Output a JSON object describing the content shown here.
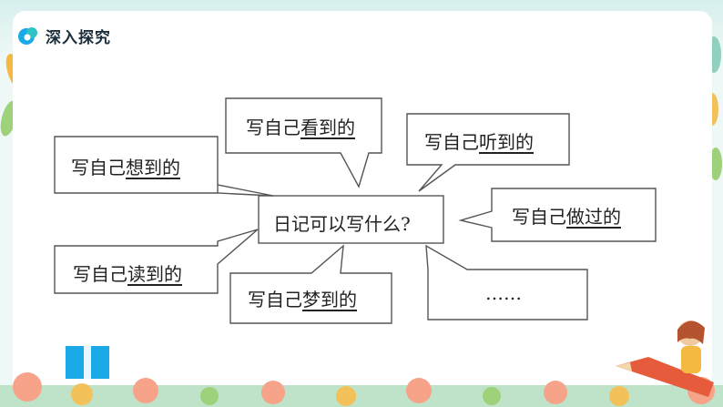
{
  "header": {
    "title": "深入探究"
  },
  "diagram": {
    "center": {
      "text": "日记可以写什么?"
    },
    "nodes": [
      {
        "prefix": "写自己",
        "keyword": "看到",
        "suffix": "的"
      },
      {
        "prefix": "写自己",
        "keyword": "想到",
        "suffix": "的"
      },
      {
        "prefix": "写自己",
        "keyword": "听到",
        "suffix": "的"
      },
      {
        "prefix": "写自己",
        "keyword": "做过",
        "suffix": "的"
      },
      {
        "prefix": "写自己",
        "keyword": "读到",
        "suffix": "的"
      },
      {
        "prefix": "写自己",
        "keyword": "梦到",
        "suffix": "的"
      },
      {
        "prefix": "",
        "keyword": "",
        "suffix": "……"
      }
    ]
  },
  "colors": {
    "accent": "#1aa9e6",
    "border": "#555555",
    "header_bg": "#dff3f1"
  }
}
